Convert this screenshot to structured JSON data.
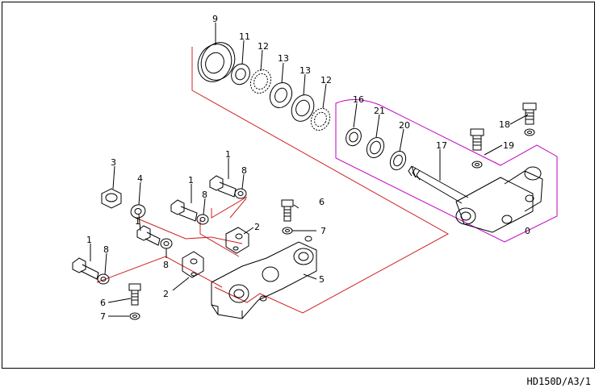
{
  "drawing_code": "HD150D/A3/1",
  "callouts": {
    "c9": "9",
    "c11": "11",
    "c12a": "12",
    "c13a": "13",
    "c13b": "13",
    "c12b": "12",
    "c16": "16",
    "c21": "21",
    "c20": "20",
    "c17": "17",
    "c18": "18",
    "c19": "19",
    "c0": "0",
    "c3": "3",
    "c4": "4",
    "c1a": "1",
    "c8a": "8",
    "c1b": "1",
    "c8b": "8",
    "c2a": "2",
    "c1c": "1",
    "c8c": "8",
    "c1d": "1",
    "c8d": "8",
    "c2b": "2",
    "c6a": "6",
    "c7a": "7",
    "c5": "5",
    "c6b": "6",
    "c7b": "7"
  },
  "colors": {
    "linework": "#000000",
    "group_red": "#d02020",
    "group_magenta": "#c000c0"
  }
}
